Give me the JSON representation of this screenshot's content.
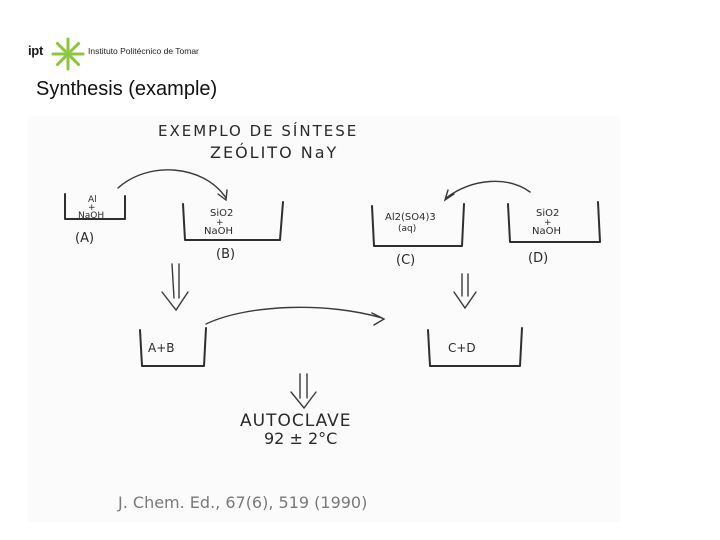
{
  "header": {
    "logo_abbr": "ipt",
    "logo_name": "Instituto Politécnico de Tomar",
    "accent_color": "#8cc63f",
    "title": "Synthesis (example)"
  },
  "sketch": {
    "heading_line1": "EXEMPLO DE SÍNTESE",
    "heading_line2": "ZEÓLITO NaY",
    "beaker_a": {
      "line1": "Al",
      "line2": "+",
      "line3": "NaOH",
      "tag": "(A)"
    },
    "beaker_b": {
      "line1": "SiO2",
      "line2": "+",
      "line3": "NaOH",
      "tag": "(B)"
    },
    "beaker_c": {
      "line1": "Al2(SO4)3",
      "line2": "(aq)",
      "tag": "(C)"
    },
    "beaker_d": {
      "line1": "SiO2",
      "line2": "+",
      "line3": "NaOH",
      "tag": "(D)"
    },
    "mix_ab": "A+B",
    "mix_cd": "C+D",
    "autoclave_line1": "AUTOCLAVE",
    "autoclave_line2": "92 ± 2°C",
    "reference": "J. Chem. Ed., 67(6), 519 (1990)"
  }
}
